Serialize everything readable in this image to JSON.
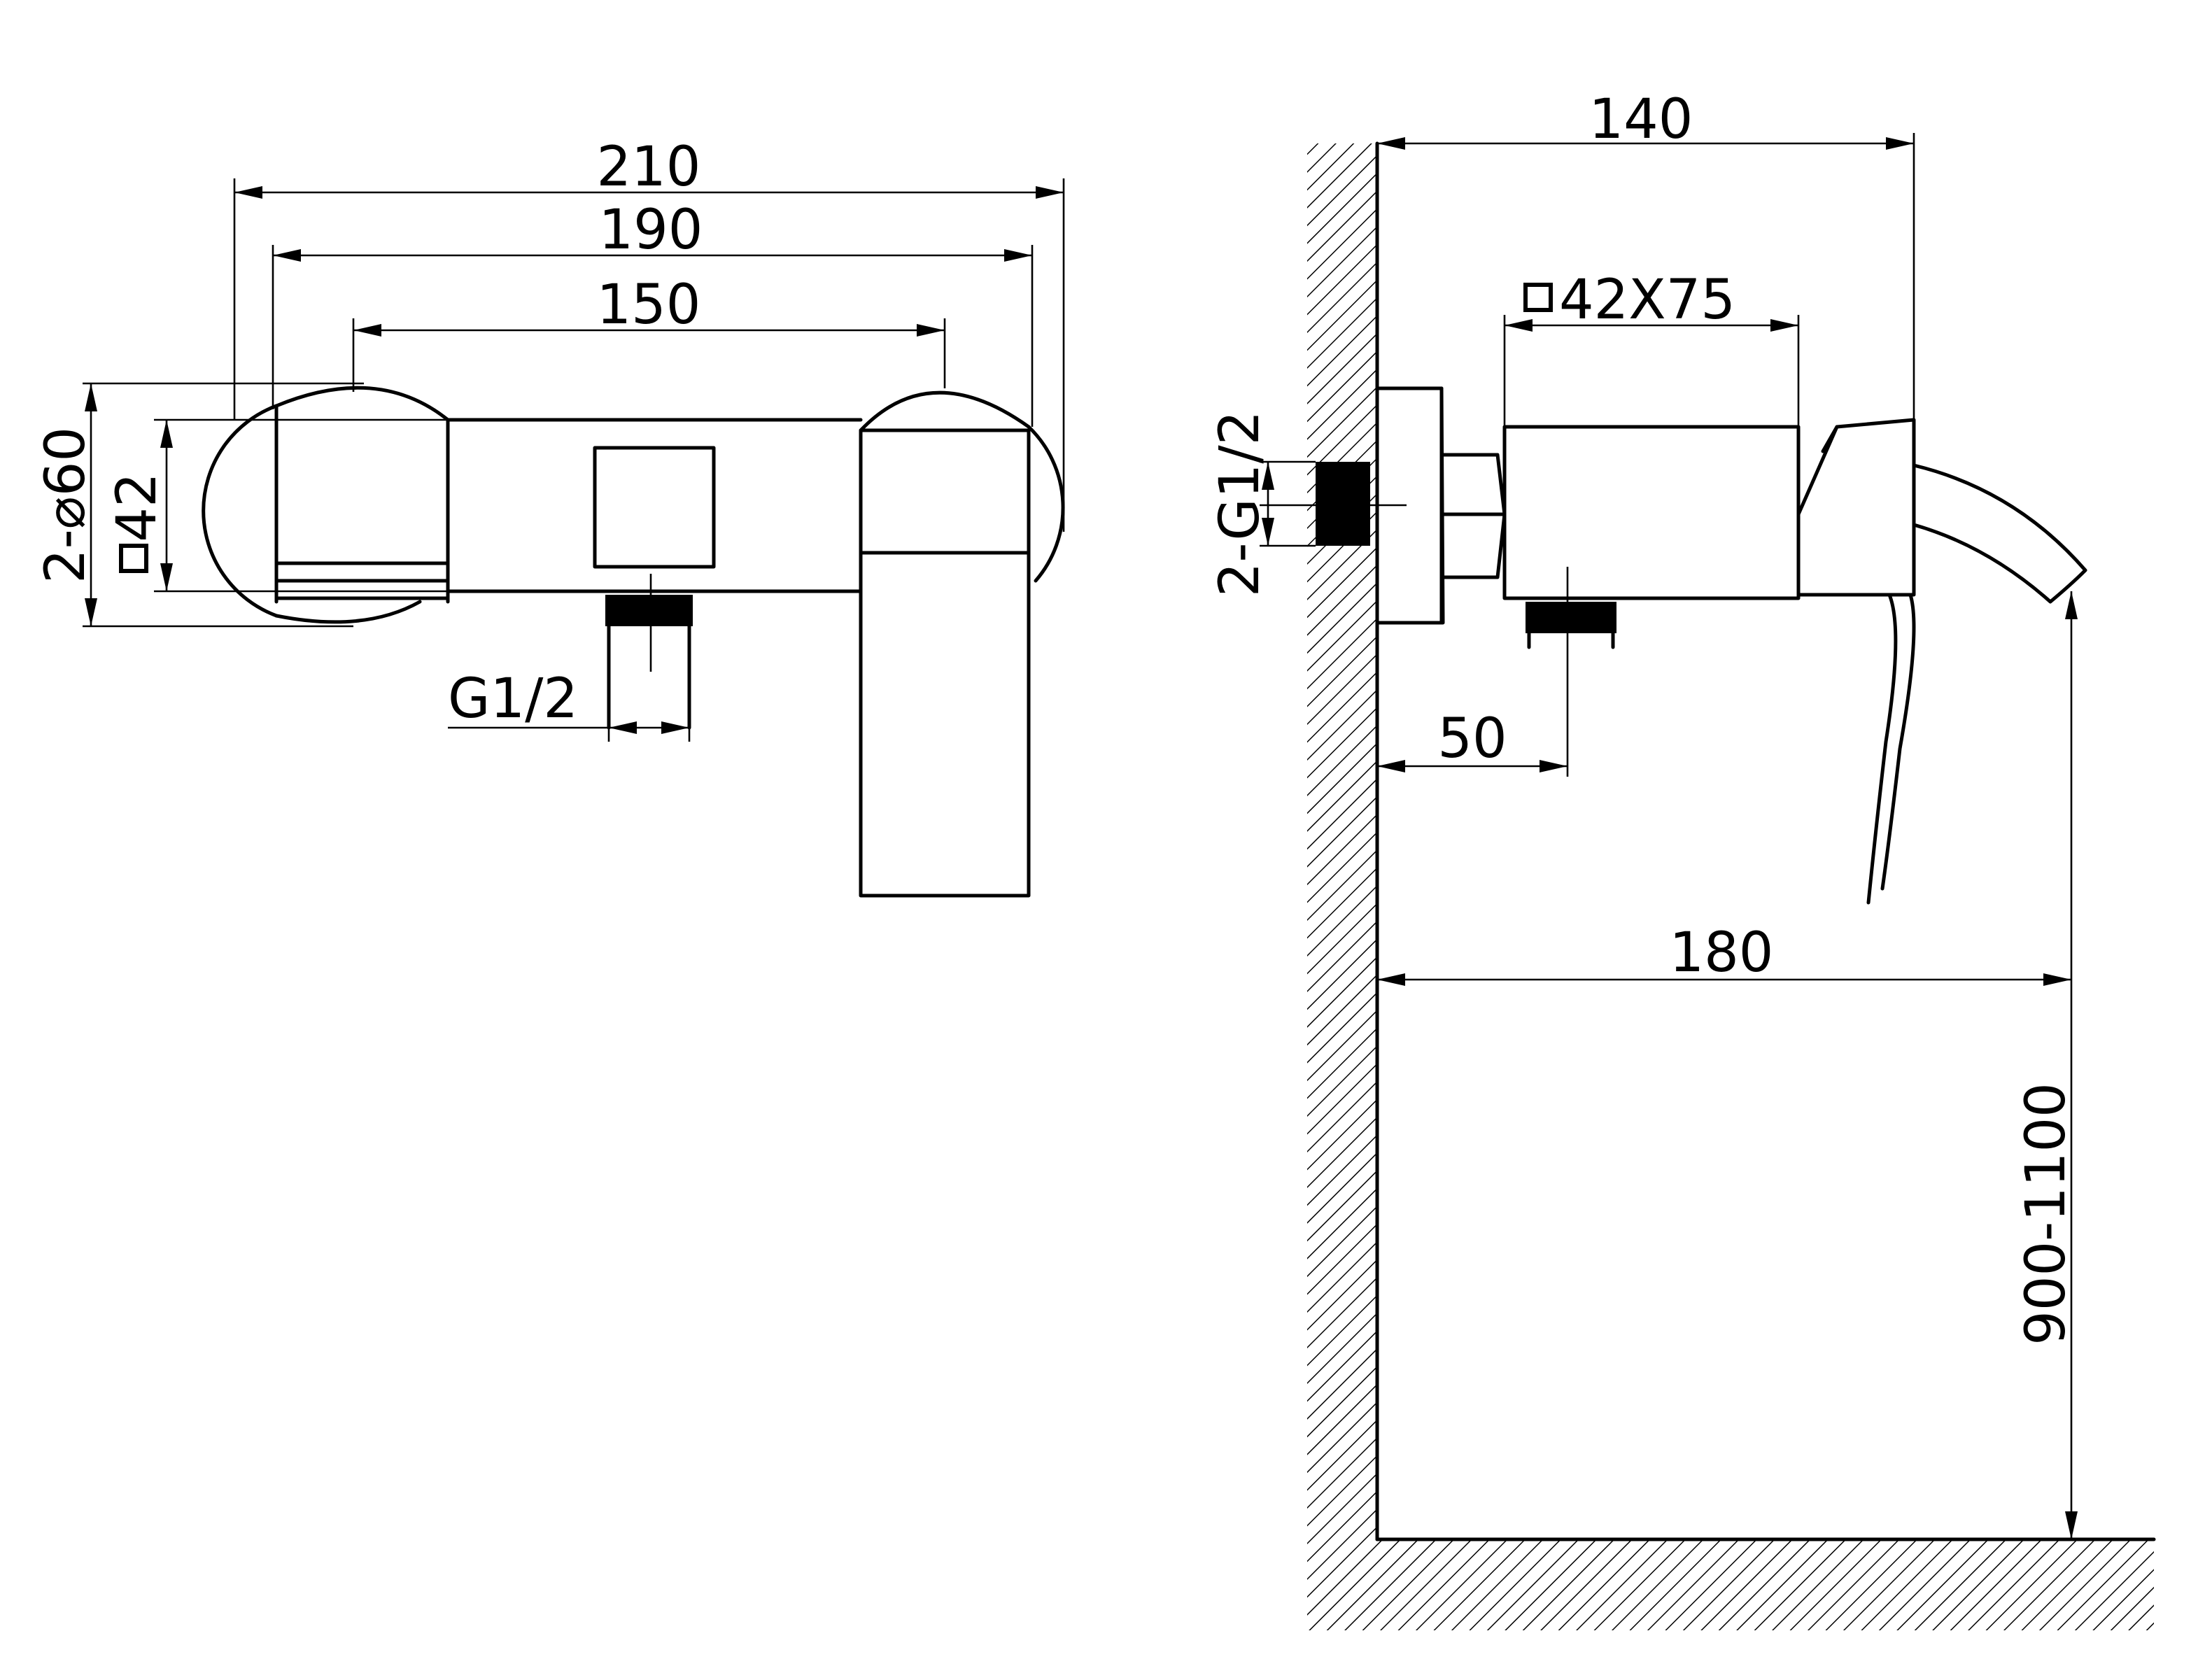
{
  "front_view": {
    "dims": {
      "overall_width": "210",
      "inlet_width": "190",
      "center_distance": "150",
      "escutcheon": "2-⌀60",
      "body_section": "42",
      "outlet_thread": "G1/2"
    }
  },
  "side_view": {
    "dims": {
      "projection": "140",
      "body_section": "42X75",
      "inlet_thread": "2-G1/2",
      "outlet_offset": "50",
      "spout_reach": "180",
      "mount_height": "900-1100"
    }
  },
  "colors": {
    "line": "#000000",
    "background": "#ffffff"
  }
}
